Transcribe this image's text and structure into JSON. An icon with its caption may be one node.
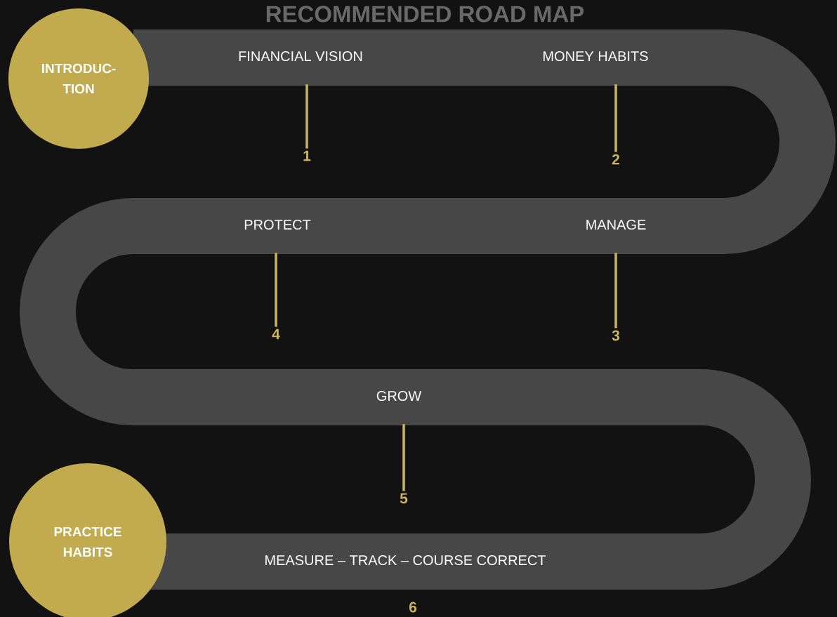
{
  "diagram": {
    "title": "RECOMMENDED ROAD MAP",
    "nodes": [
      {
        "text": [
          "INTRODUC- TION"
        ]
      },
      {
        "text": [
          "FINANCIAL VISION"
        ]
      },
      {
        "text": [
          "1"
        ]
      },
      {
        "text": [
          "MONEY HABITS"
        ]
      },
      {
        "text": [
          "2"
        ]
      },
      {
        "text": [
          "PROTECT"
        ]
      },
      {
        "text": [
          "4"
        ]
      },
      {
        "text": [
          "MANAGE"
        ]
      },
      {
        "text": [
          "3"
        ]
      },
      {
        "text": [
          "GROW"
        ]
      },
      {
        "text": [
          "5"
        ]
      },
      {
        "text": [
          "PRACTICE HABITS"
        ]
      },
      {
        "text": [
          "MEASURE – TRACK – COURSE CORRECT"
        ]
      }
    ],
    "edges": [
      {
        "from": 1,
        "to": 2,
        "arrow": "none"
      },
      {
        "from": 3,
        "to": 4,
        "arrow": "none"
      },
      {
        "from": 5,
        "to": 6,
        "arrow": "none"
      },
      {
        "from": 7,
        "to": 8,
        "arrow": "none"
      },
      {
        "from": 9,
        "to": 10,
        "arrow": "none"
      }
    ],
    "labels": [
      "6"
    ]
  }
}
